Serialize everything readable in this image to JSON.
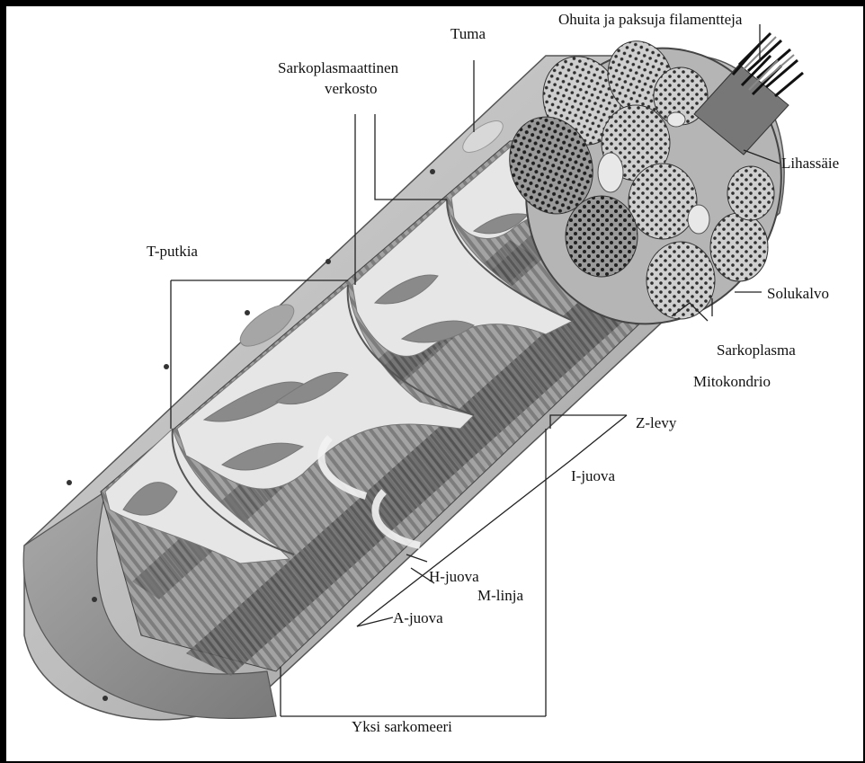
{
  "labels": {
    "filaments": "Ohuita ja paksuja filamentteja",
    "nucleus": "Tuma",
    "sr_line1": "Sarkoplasmaattinen",
    "sr_line2": "verkosto",
    "myofibril": "Lihassäie",
    "t_tubules": "T-putkia",
    "sarcolemma": "Solukalvo",
    "sarcoplasm": "Sarkoplasma",
    "mitochondrion": "Mitokondrio",
    "z_disc": "Z-levy",
    "i_band": "I-juova",
    "h_band": "H-juova",
    "m_line": "M-linja",
    "a_band": "A-juova",
    "sarcomere": "Yksi sarkomeeri"
  }
}
